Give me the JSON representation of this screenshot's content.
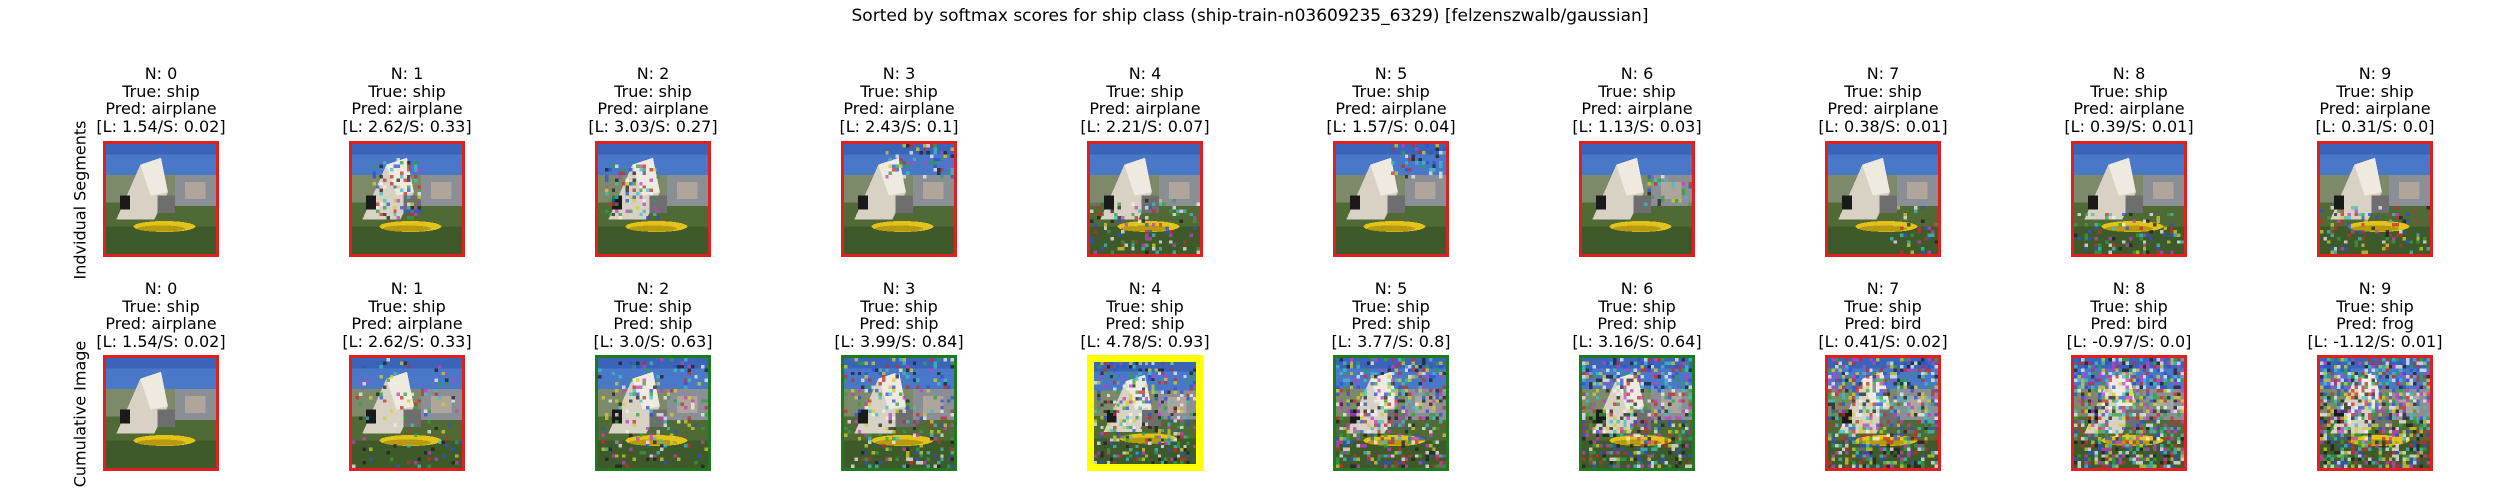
{
  "title": "Sorted by softmax scores for ship class (ship-train-n03609235_6329) [felzenszwalb/gaussian]",
  "border_colors": {
    "wrong": "#e02020",
    "correct": "#1f7a1f",
    "best": "#ffff00"
  },
  "chart_data": {
    "type": "image-grid",
    "title": "Sorted by softmax scores for ship class (ship-train-n03609235_6329) [felzenszwalb/gaussian]",
    "rows": [
      {
        "label": "Indvidual Segments",
        "cells": [
          {
            "n": "N: 0",
            "true": "True: ship",
            "pred": "Pred: airplane",
            "ls": "[L: 1.54/S: 0.02]",
            "status": "wrong",
            "noise": 0.0,
            "region": 0
          },
          {
            "n": "N: 1",
            "true": "True: ship",
            "pred": "Pred: airplane",
            "ls": "[L: 2.62/S: 0.33]",
            "status": "wrong",
            "noise": 0.28,
            "region": 1
          },
          {
            "n": "N: 2",
            "true": "True: ship",
            "pred": "Pred: airplane",
            "ls": "[L: 3.03/S: 0.27]",
            "status": "wrong",
            "noise": 0.25,
            "region": 2
          },
          {
            "n": "N: 3",
            "true": "True: ship",
            "pred": "Pred: airplane",
            "ls": "[L: 2.43/S: 0.1]",
            "status": "wrong",
            "noise": 0.25,
            "region": 3
          },
          {
            "n": "N: 4",
            "true": "True: ship",
            "pred": "Pred: airplane",
            "ls": "[L: 2.21/S: 0.07]",
            "status": "wrong",
            "noise": 0.22,
            "region": 4
          },
          {
            "n": "N: 5",
            "true": "True: ship",
            "pred": "Pred: airplane",
            "ls": "[L: 1.57/S: 0.04]",
            "status": "wrong",
            "noise": 0.22,
            "region": 5
          },
          {
            "n": "N: 6",
            "true": "True: ship",
            "pred": "Pred: airplane",
            "ls": "[L: 1.13/S: 0.03]",
            "status": "wrong",
            "noise": 0.22,
            "region": 6
          },
          {
            "n": "N: 7",
            "true": "True: ship",
            "pred": "Pred: airplane",
            "ls": "[L: 0.38/S: 0.01]",
            "status": "wrong",
            "noise": 0.22,
            "region": 7
          },
          {
            "n": "N: 8",
            "true": "True: ship",
            "pred": "Pred: airplane",
            "ls": "[L: 0.39/S: 0.01]",
            "status": "wrong",
            "noise": 0.22,
            "region": 8
          },
          {
            "n": "N: 9",
            "true": "True: ship",
            "pred": "Pred: airplane",
            "ls": "[L: 0.31/S: 0.0]",
            "status": "wrong",
            "noise": 0.22,
            "region": 9
          }
        ]
      },
      {
        "label": "Cumulative Image",
        "cells": [
          {
            "n": "N: 0",
            "true": "True: ship",
            "pred": "Pred: airplane",
            "ls": "[L: 1.54/S: 0.02]",
            "status": "wrong",
            "noise": 0.0,
            "region": -1
          },
          {
            "n": "N: 1",
            "true": "True: ship",
            "pred": "Pred: airplane",
            "ls": "[L: 2.62/S: 0.33]",
            "status": "wrong",
            "noise": 0.1,
            "region": -1
          },
          {
            "n": "N: 2",
            "true": "True: ship",
            "pred": "Pred: ship",
            "ls": "[L: 3.0/S: 0.63]",
            "status": "correct",
            "noise": 0.18,
            "region": -1
          },
          {
            "n": "N: 3",
            "true": "True: ship",
            "pred": "Pred: ship",
            "ls": "[L: 3.99/S: 0.84]",
            "status": "correct",
            "noise": 0.25,
            "region": -1
          },
          {
            "n": "N: 4",
            "true": "True: ship",
            "pred": "Pred: ship",
            "ls": "[L: 4.78/S: 0.93]",
            "status": "best",
            "noise": 0.32,
            "region": -1
          },
          {
            "n": "N: 5",
            "true": "True: ship",
            "pred": "Pred: ship",
            "ls": "[L: 3.77/S: 0.8]",
            "status": "correct",
            "noise": 0.38,
            "region": -1
          },
          {
            "n": "N: 6",
            "true": "True: ship",
            "pred": "Pred: ship",
            "ls": "[L: 3.16/S: 0.64]",
            "status": "correct",
            "noise": 0.44,
            "region": -1
          },
          {
            "n": "N: 7",
            "true": "True: ship",
            "pred": "Pred: bird",
            "ls": "[L: 0.41/S: 0.02]",
            "status": "wrong",
            "noise": 0.5,
            "region": -1
          },
          {
            "n": "N: 8",
            "true": "True: ship",
            "pred": "Pred: bird",
            "ls": "[L: -0.97/S: 0.0]",
            "status": "wrong",
            "noise": 0.56,
            "region": -1
          },
          {
            "n": "N: 9",
            "true": "True: ship",
            "pred": "Pred: frog",
            "ls": "[L: -1.12/S: 0.01]",
            "status": "wrong",
            "noise": 0.62,
            "region": -1
          }
        ]
      }
    ]
  }
}
